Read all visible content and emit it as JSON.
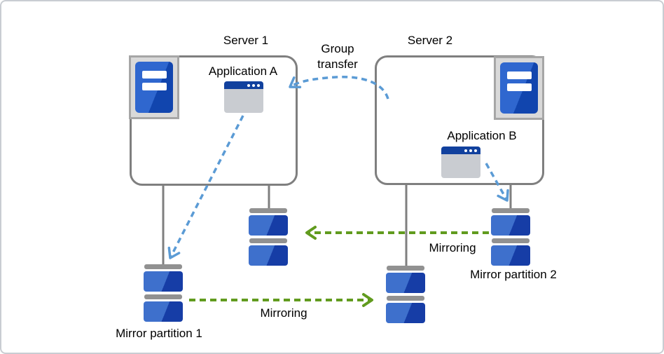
{
  "nodes": {
    "server1": {
      "label": "Server 1"
    },
    "server2": {
      "label": "Server 2"
    },
    "app_a": {
      "label": "Application A"
    },
    "app_b": {
      "label": "Application B"
    },
    "mirror_partition_1": {
      "label": "Mirror partition 1"
    },
    "mirror_partition_2": {
      "label": "Mirror partition 2"
    }
  },
  "arrows": {
    "group_transfer": {
      "label": "Group transfer",
      "direction": "server2-to-server1"
    },
    "mirroring_upper": {
      "label": "Mirroring",
      "direction": "right-to-left"
    },
    "mirroring_lower": {
      "label": "Mirroring",
      "direction": "left-to-right"
    }
  },
  "icons": {
    "server": "server-tower-icon",
    "application": "app-window-icon",
    "disk": "disk-stack-icon"
  },
  "colors": {
    "box_border": "#7f7f7f",
    "connector_gray": "#7f7f7f",
    "arrow_blue": "#5b9bd5",
    "arrow_green": "#619b1e",
    "disk_blue_light": "#3e70cc",
    "disk_blue_dark": "#163da6",
    "disk_cap_gray": "#919191",
    "server_icon_frame": "#a6a6a6",
    "server_icon_fill": "#d9d9d9",
    "app_titlebar_blue": "#11419e",
    "app_body_gray": "#c9ccd1",
    "canvas_border": "#c9cdd2",
    "text": "#000000"
  }
}
